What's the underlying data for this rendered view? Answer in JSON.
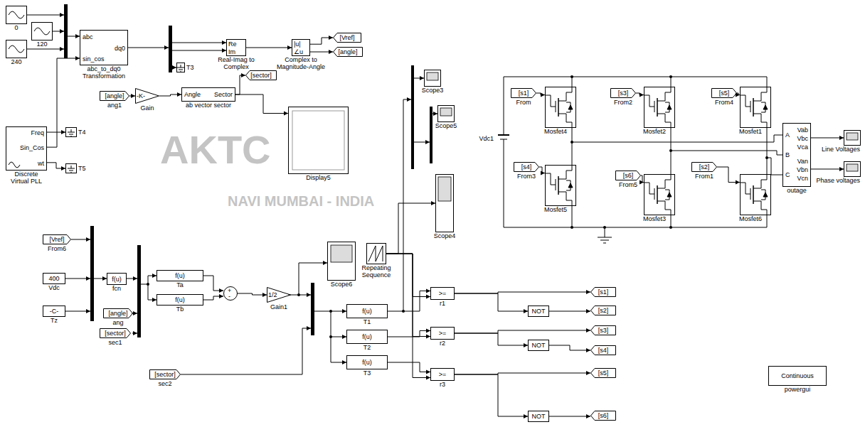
{
  "diagram": {
    "nodes": [
      {
        "text": [
          "0"
        ]
      },
      {
        "text": [
          "120"
        ]
      },
      {
        "text": [
          "240"
        ]
      },
      {
        "text": [
          "abc",
          "dq0",
          "sin_cos",
          "abc_to_dq0 Transformation"
        ]
      },
      {
        "text": [
          "Freq",
          "Sin_Cos",
          "wt",
          "Discrete Virtual PLL"
        ]
      },
      {
        "text": [
          "T4"
        ]
      },
      {
        "text": [
          "T5"
        ]
      },
      {
        "text": [
          "T3"
        ]
      },
      {
        "text": [
          "Re",
          "Im",
          "Real-Imag to Complex"
        ]
      },
      {
        "text": [
          "|u|",
          "∠u",
          "Complex to Magnitude-Angle"
        ]
      },
      {
        "text": [
          "[Vref]"
        ]
      },
      {
        "text": [
          "[angle]"
        ]
      },
      {
        "text": [
          "[angle]",
          "ang1"
        ]
      },
      {
        "text": [
          "-K-",
          "Gain"
        ]
      },
      {
        "text": [
          "Angle",
          "Sector",
          "ab vector sector"
        ]
      },
      {
        "text": [
          "[sector]"
        ]
      },
      {
        "text": [
          "Display5"
        ]
      },
      {
        "text": [
          "[Vref]",
          "From6"
        ]
      },
      {
        "text": [
          "400",
          "Vdc"
        ]
      },
      {
        "text": [
          "-C-",
          "Tz"
        ]
      },
      {
        "text": [
          "f(u)",
          "fcn"
        ]
      },
      {
        "text": [
          "[angle]",
          "ang"
        ]
      },
      {
        "text": [
          "[sector]",
          "sec1"
        ]
      },
      {
        "text": [
          "f(u)",
          "Ta"
        ]
      },
      {
        "text": [
          "f(u)",
          "Tb"
        ]
      },
      {
        "text": [
          "+",
          "-"
        ]
      },
      {
        "text": [
          "1/2",
          "Gain1"
        ]
      },
      {
        "text": [
          "Scope6"
        ]
      },
      {
        "text": [
          "[sector]",
          "sec2"
        ]
      },
      {
        "text": [
          "f(u)",
          "T1"
        ]
      },
      {
        "text": [
          "f(u)",
          "T2"
        ]
      },
      {
        "text": [
          "f(u)",
          "T3"
        ]
      },
      {
        "text": [
          "Repeating Sequence"
        ]
      },
      {
        "text": [
          ">=",
          "r1"
        ]
      },
      {
        "text": [
          ">=",
          "r2"
        ]
      },
      {
        "text": [
          ">=",
          "r3"
        ]
      },
      {
        "text": [
          "NOT"
        ]
      },
      {
        "text": [
          "NOT"
        ]
      },
      {
        "text": [
          "NOT"
        ]
      },
      {
        "text": [
          "[s1]"
        ]
      },
      {
        "text": [
          "[s2]"
        ]
      },
      {
        "text": [
          "[s3]"
        ]
      },
      {
        "text": [
          "[s4]"
        ]
      },
      {
        "text": [
          "[s5]"
        ]
      },
      {
        "text": [
          "[s6]"
        ]
      },
      {
        "text": [
          "Scope3"
        ]
      },
      {
        "text": [
          "Scope5"
        ]
      },
      {
        "text": [
          "Scope4"
        ]
      },
      {
        "text": [
          "Continuous",
          "powergui"
        ]
      },
      {
        "text": [
          "[s1]",
          "From"
        ]
      },
      {
        "text": [
          "Mosfet4"
        ]
      },
      {
        "text": [
          "[s3]",
          "From2"
        ]
      },
      {
        "text": [
          "Mosfet2"
        ]
      },
      {
        "text": [
          "[s5]",
          "From4"
        ]
      },
      {
        "text": [
          "Mosfet1"
        ]
      },
      {
        "text": [
          "Vdc1"
        ]
      },
      {
        "text": [
          "[s4]",
          "From3"
        ]
      },
      {
        "text": [
          "Mosfet5"
        ]
      },
      {
        "text": [
          "[s6]",
          "From5"
        ]
      },
      {
        "text": [
          "Mosfet3"
        ]
      },
      {
        "text": [
          "[s2]",
          "From1"
        ]
      },
      {
        "text": [
          "Mosfet6"
        ]
      },
      {
        "text": [
          "A",
          "B",
          "C",
          "Vab",
          "Vbc",
          "Vca",
          "Van",
          "Vbn",
          "Vcn",
          "outage"
        ]
      },
      {
        "text": [
          "Line Voltages"
        ]
      },
      {
        "text": [
          "Phase voltages"
        ]
      }
    ],
    "edges": [
      {
        "from": 4,
        "to": 5,
        "arrow": "to"
      },
      {
        "from": 4,
        "to": 6,
        "arrow": "to"
      },
      {
        "from": 4,
        "to": 3,
        "arrow": "to"
      },
      {
        "from": 8,
        "to": 9,
        "arrow": "to"
      },
      {
        "from": 9,
        "to": 10,
        "arrow": "to"
      },
      {
        "from": 9,
        "to": 11,
        "arrow": "to"
      },
      {
        "from": 12,
        "to": 13,
        "arrow": "to"
      },
      {
        "from": 13,
        "to": 14,
        "arrow": "to"
      },
      {
        "from": 14,
        "to": 15,
        "arrow": "to"
      },
      {
        "from": 14,
        "to": 16,
        "arrow": "to"
      },
      {
        "from": 23,
        "to": 25,
        "arrow": "to"
      },
      {
        "from": 24,
        "to": 25,
        "arrow": "to"
      },
      {
        "from": 25,
        "to": 26,
        "arrow": "to"
      },
      {
        "from": 29,
        "to": 33,
        "arrow": "to"
      },
      {
        "from": 30,
        "to": 34,
        "arrow": "to"
      },
      {
        "from": 31,
        "to": 35,
        "arrow": "to"
      },
      {
        "from": 32,
        "to": 33,
        "arrow": "to"
      },
      {
        "from": 32,
        "to": 34,
        "arrow": "to"
      },
      {
        "from": 32,
        "to": 35,
        "arrow": "to"
      },
      {
        "from": 32,
        "to": 47,
        "arrow": "to"
      },
      {
        "from": 33,
        "to": 39,
        "arrow": "to"
      },
      {
        "from": 33,
        "to": 36,
        "arrow": "to"
      },
      {
        "from": 36,
        "to": 40,
        "arrow": "to"
      },
      {
        "from": 34,
        "to": 41,
        "arrow": "to"
      },
      {
        "from": 34,
        "to": 37,
        "arrow": "to"
      },
      {
        "from": 37,
        "to": 42,
        "arrow": "to"
      },
      {
        "from": 35,
        "to": 43,
        "arrow": "to"
      },
      {
        "from": 35,
        "to": 38,
        "arrow": "to"
      },
      {
        "from": 38,
        "to": 44,
        "arrow": "to"
      },
      {
        "from": 49,
        "to": 50,
        "arrow": "to"
      },
      {
        "from": 51,
        "to": 52,
        "arrow": "to"
      },
      {
        "from": 53,
        "to": 54,
        "arrow": "to"
      },
      {
        "from": 56,
        "to": 57,
        "arrow": "to"
      },
      {
        "from": 58,
        "to": 59,
        "arrow": "to"
      },
      {
        "from": 60,
        "to": 61,
        "arrow": "to"
      },
      {
        "from": 62,
        "to": 63,
        "arrow": "to"
      },
      {
        "from": 62,
        "to": 64,
        "arrow": "to"
      }
    ],
    "labels": [
      "AKTC",
      "NAVI MUMBAI - INDIA"
    ]
  }
}
